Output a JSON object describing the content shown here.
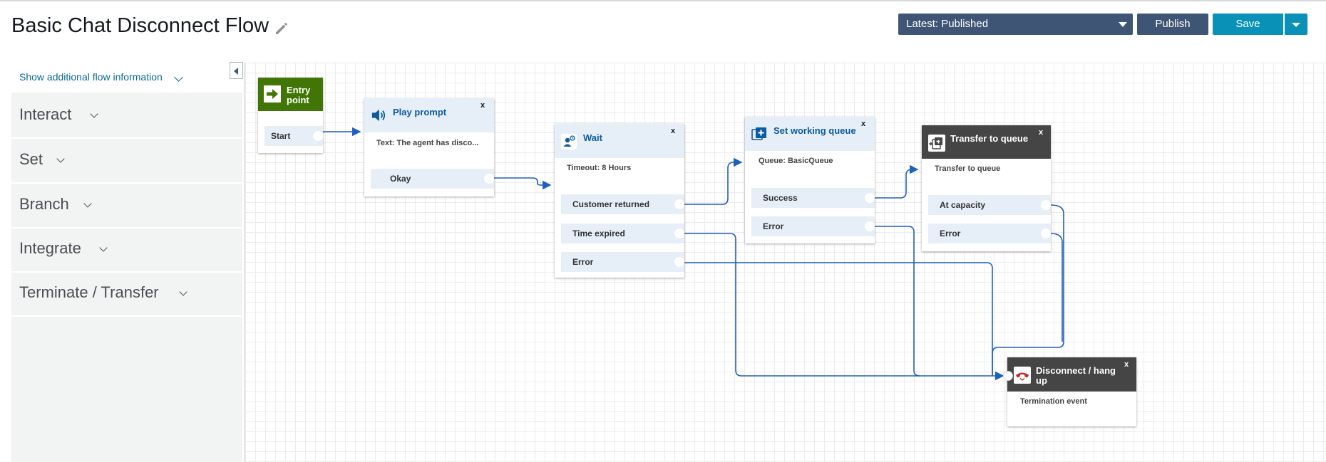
{
  "header": {
    "title": "Basic Chat Disconnect Flow",
    "version_select": "Latest: Published",
    "publish_label": "Publish",
    "save_label": "Save"
  },
  "sidebar": {
    "show_info_label": "Show additional flow information",
    "categories": [
      {
        "label": "Interact"
      },
      {
        "label": "Set"
      },
      {
        "label": "Branch"
      },
      {
        "label": "Integrate"
      },
      {
        "label": "Terminate / Transfer"
      }
    ]
  },
  "blocks": {
    "entry": {
      "title": "Entry point",
      "branches": [
        "Start"
      ],
      "icon": "arrow-right-icon"
    },
    "play_prompt": {
      "title": "Play prompt",
      "close": "x",
      "description": "Text: The agent has disco...",
      "branches": [
        "Okay"
      ],
      "icon": "speaker-icon"
    },
    "wait": {
      "title": "Wait",
      "close": "x",
      "description": "Timeout: 8 Hours",
      "branches": [
        "Customer returned",
        "Time expired",
        "Error"
      ],
      "icon": "wait-icon"
    },
    "set_queue": {
      "title": "Set working queue",
      "close": "x",
      "description": "Queue: BasicQueue",
      "branches": [
        "Success",
        "Error"
      ],
      "icon": "add-box-icon"
    },
    "transfer": {
      "title": "Transfer to queue",
      "close": "x",
      "description": "Transfer to queue",
      "branches": [
        "At capacity",
        "Error"
      ],
      "icon": "transfer-icon"
    },
    "disconnect": {
      "title": "Disconnect / hang up",
      "close": "x",
      "description": "Termination event",
      "icon": "hang-up-icon"
    }
  },
  "colors": {
    "accent": "#0a91b8",
    "header_dark": "#3f5575",
    "wire": "#1f5fbf",
    "entry_green": "#417505",
    "link": "#0b6a96"
  }
}
